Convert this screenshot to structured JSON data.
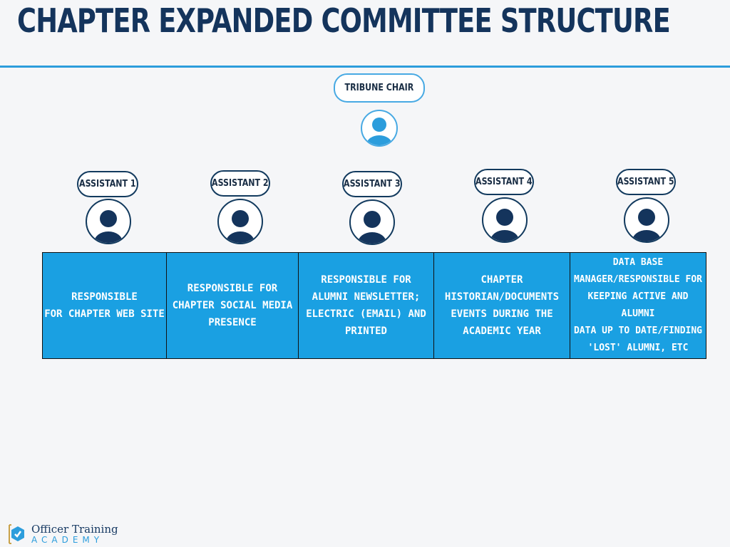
{
  "title": "CHAPTER EXPANDED COMMITTEE STRUCTURE",
  "chair": {
    "label": "TRIBUNE CHAIR"
  },
  "assistants": [
    {
      "label": "ASSISTANT 1",
      "duty": "RESPONSIBLE\nFOR CHAPTER WEB SITE"
    },
    {
      "label": "ASSISTANT 2",
      "duty": "RESPONSIBLE FOR\nCHAPTER SOCIAL MEDIA\nPRESENCE"
    },
    {
      "label": "ASSISTANT 3",
      "duty": "RESPONSIBLE FOR\nALUMNI NEWSLETTER;\nELECTRIC (EMAIL) AND\nPRINTED"
    },
    {
      "label": "ASSISTANT 4",
      "duty": "CHAPTER\nHISTORIAN/DOCUMENTS\nEVENTS DURING THE\nACADEMIC YEAR"
    },
    {
      "label": "ASSISTANT 5",
      "duty": "DATA BASE\nMANAGER/RESPONSIBLE FOR\nKEEPING ACTIVE AND ALUMNI\nDATA UP TO DATE/FINDING\n'LOST' ALUMNI, ETC"
    }
  ],
  "logo": {
    "name": "Officer Training",
    "sub": "ACADEMY"
  },
  "colors": {
    "navy": "#14345c",
    "blue": "#1aa0e2",
    "accent": "#47a9e3"
  },
  "icons": {
    "person": "person-icon",
    "logo": "academy-logo-icon"
  }
}
